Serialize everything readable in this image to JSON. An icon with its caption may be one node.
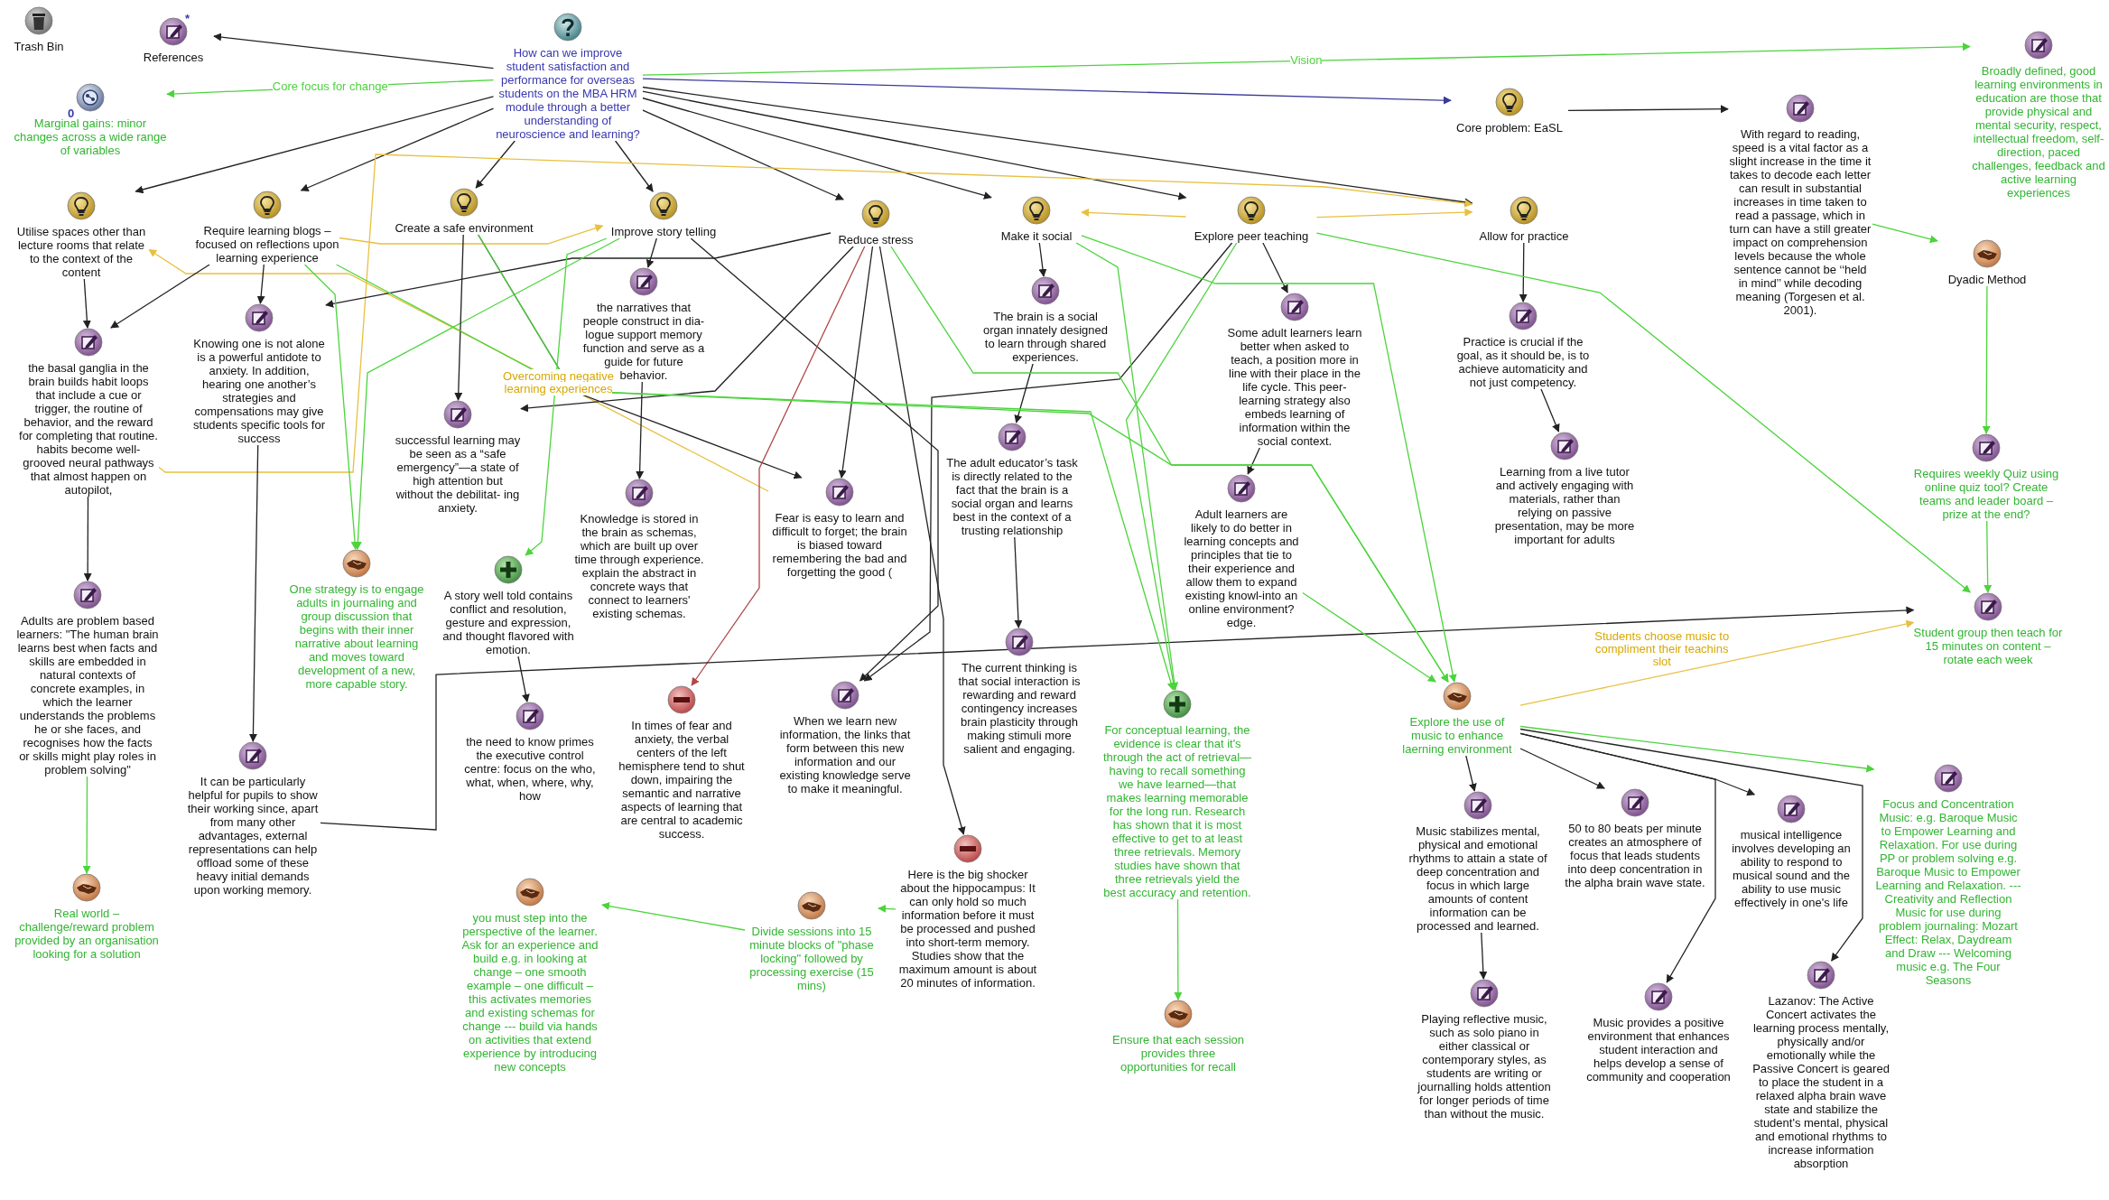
{
  "diagram": {
    "nodes": [
      {
        "text": [
          "Trash Bin"
        ]
      },
      {
        "text": [
          "References"
        ],
        "beside": [
          "*"
        ]
      },
      {
        "text": [
          "Marginal gains: minor changes across a wide range of variables"
        ],
        "beside": [
          "0"
        ]
      },
      {
        "text": [
          "How can we improve student satisfaction and performance for overseas students on the MBA HRM module through a better understanding of neuroscience and learning?"
        ]
      },
      {
        "text": [
          "Utilise spaces other than lecture rooms that relate to the context of the content"
        ]
      },
      {
        "text": [
          "Require learning blogs – focused on reflections upon learning experience"
        ]
      },
      {
        "text": [
          "Create a safe environment"
        ]
      },
      {
        "text": [
          "Improve story telling"
        ]
      },
      {
        "text": [
          "Reduce stress"
        ]
      },
      {
        "text": [
          "Make it social"
        ]
      },
      {
        "text": [
          "Explore peer teaching"
        ]
      },
      {
        "text": [
          "Allow for practice"
        ]
      },
      {
        "text": [
          "Core problem: EaSL"
        ]
      },
      {
        "text": [
          "With regard to reading, speed is a vital factor as a slight increase in the time it takes to decode each letter can result in substantial increases in time taken to read a passage, which in turn can have a still greater impact on comprehension levels because the whole sentence cannot be ‘‘held in mind’’ while decoding meaning (Torgesen et al. 2001)."
        ]
      },
      {
        "text": [
          "Broadly defined, good learning environments in education are those that provide physical and mental security, respect, intellectual freedom, self-direction, paced challenges, feedback and active learning experiences"
        ]
      },
      {
        "text": [
          "Dyadic Method"
        ]
      },
      {
        "text": [
          "Requires weekly Quiz using online quiz tool? Create teams and leader board – prize at the end?"
        ]
      },
      {
        "text": [
          "Student group then teach for 15 minutes on content – rotate each week"
        ]
      },
      {
        "text": [
          "the basal ganglia in the brain builds habit loops that include a cue or trigger, the routine of behavior, and the reward for completing that routine. habits become well-grooved neural pathways that almost happen on autopilot,"
        ]
      },
      {
        "text": [
          "Knowing one is not alone is a powerful antidote to anxiety. In addition, hearing one another’s strategies and compensations may give students specific tools for success"
        ]
      },
      {
        "text": [
          "the narratives that people construct in dia- logue support memory function and serve as a guide for future behavior."
        ]
      },
      {
        "text": [
          "successful learning may be seen as a “safe emergency”—a state of high attention but without the debilitat- ing anxiety."
        ]
      },
      {
        "text": [
          "Fear is easy to learn and difficult to forget; the brain is biased toward remembering the bad and forgetting the good ("
        ]
      },
      {
        "text": [
          "The brain is a social organ innately designed to learn through shared experiences."
        ]
      },
      {
        "text": [
          "The adult educator’s task is directly related to the fact that the brain is a social organ and learns best in the context of a trusting relationship"
        ]
      },
      {
        "text": [
          "Some adult learners learn better when asked to teach, a position more in line with their place in the life cycle. This peer-learning strategy also embeds learning of information within the social context."
        ]
      },
      {
        "text": [
          "Adult learners are likely to do better in learning concepts and principles that tie to their experience and allow them to expand existing knowl-into an online environment? edge."
        ]
      },
      {
        "text": [
          "Practice is crucial if the goal, as it should be, is to achieve automaticity and not just competency."
        ]
      },
      {
        "text": [
          "Learning from a live tutor and actively engaging with materials, rather than relying on passive presentation, may be more important for adults"
        ]
      },
      {
        "text": [
          "One strategy is to engage adults in journaling and group discussion that begins with their inner narrative about learning and moves toward development of a new, more capable story."
        ]
      },
      {
        "text": [
          "A story well told contains conflict and resolution, gesture and expression, and thought flavored with emotion."
        ]
      },
      {
        "text": [
          "Knowledge is stored in the brain as schemas, which are built up over time through experience. explain the abstract in concrete ways that connect to learners' existing schemas."
        ]
      },
      {
        "text": [
          "Adults are problem based learners: \"The human brain learns best when facts and skills are embedded in natural contexts of concrete examples, in which the learner understands the problems he or she faces, and recognises how the facts or skills might play roles in problem solving\""
        ]
      },
      {
        "text": [
          "It can be particularly helpful for pupils to show their working since, apart from many other advantages, external representations can help offload some of these heavy initial demands upon working memory."
        ]
      },
      {
        "text": [
          "the need to know primes the executive control centre: focus on the who, what, when, where, why, how"
        ]
      },
      {
        "text": [
          "In times of fear and anxiety, the verbal centers of the left hemisphere tend to shut down, impairing the semantic and narrative aspects of learning that are central to academic success."
        ]
      },
      {
        "text": [
          "When we learn new information, the links that form between this new information and our existing knowledge serve to make it meaningful."
        ]
      },
      {
        "text": [
          "The current thinking is that social interaction is rewarding and reward contingency increases brain plasticity through making stimuli more salient and engaging."
        ]
      },
      {
        "text": [
          "For conceptual learning, the evidence is clear that it's through the act of retrieval—having to recall something we have learned—that makes learning memorable for the long run. Research has shown that it is most effective to get to at least three retrievals. Memory studies have shown that three retrievals yield the best accuracy and retention."
        ]
      },
      {
        "text": [
          "Real world – challenge/reward problem provided by an organisation looking for a solution"
        ]
      },
      {
        "text": [
          "you must step into the perspective of the learner. Ask for an experience and build e.g. in looking at change – one smooth example – one difficult – this activates memories and existing schemas for change --- build via hands on activities that extend experience by introducing new concepts"
        ]
      },
      {
        "text": [
          "Divide sessions into 15 minute blocks of \"phase locking\" followed by processing exercise (15 mins)"
        ]
      },
      {
        "text": [
          "Here is the big shocker about the hippocampus: It can only hold so much information before it must be processed and pushed into short-term memory. Studies show that the maximum amount is about 20 minutes of information."
        ]
      },
      {
        "text": [
          "Ensure that each session provides three opportunities for recall"
        ]
      },
      {
        "text": [
          "Explore the use of music to enhance laerning environment"
        ]
      },
      {
        "text": [
          "Music stabilizes mental, physical and emotional rhythms to attain a state of deep concentration and focus in which large amounts of content information can be processed and learned."
        ]
      },
      {
        "text": [
          "50 to 80 beats per minute creates an atmosphere of focus that leads students into deep concentration in the alpha brain wave state."
        ]
      },
      {
        "text": [
          "musical intelligence involves developing an ability to respond to musical sound and the ability to use music effectively in one's life"
        ]
      },
      {
        "text": [
          "Focus and Concentration Music: e.g. Baroque Music to Empower Learning and Relaxation. For use during PP or problem solving e.g. Baroque Music to Empower Learning and Relaxation. --- Creativity and Reflection Music for use during problem journaling: Mozart Effect: Relax, Daydream and Draw --- Welcoming music e.g. The Four Seasons"
        ]
      },
      {
        "text": [
          "Playing reflective music, such as solo piano in either classical or contemporary styles, as students are writing or journalling holds attention for longer periods of time than without the music."
        ]
      },
      {
        "text": [
          "Music provides a positive environment that enhances student interaction and helps develop a sense of community and cooperation"
        ]
      },
      {
        "text": [
          "Lazanov: The Active Concert activates the learning process mentally, physically and/or emotionally while the Passive Concert is geared to place the student in a relaxed alpha brain wave state and stabilize the student's mental, physical and emotional rhythms to increase information absorption"
        ]
      }
    ],
    "edges": [
      {
        "from": 3,
        "to": 1,
        "arrow": "to"
      },
      {
        "from": 3,
        "to": 2,
        "arrow": "to",
        "color": "#4cd43c",
        "label": "Core focus for change"
      },
      {
        "from": 3,
        "to": 14,
        "arrow": "to",
        "color": "#4cd43c",
        "label": "Vision"
      },
      {
        "from": 3,
        "to": 12,
        "arrow": "to",
        "color": "#3a3a9a"
      },
      {
        "from": 3,
        "to": 4,
        "arrow": "to"
      },
      {
        "from": 3,
        "to": 5,
        "arrow": "to"
      },
      {
        "from": 3,
        "to": 6,
        "arrow": "to"
      },
      {
        "from": 3,
        "to": 7,
        "arrow": "to"
      },
      {
        "from": 3,
        "to": 8,
        "arrow": "to"
      },
      {
        "from": 3,
        "to": 9,
        "arrow": "to"
      },
      {
        "from": 3,
        "to": 10,
        "arrow": "to"
      },
      {
        "from": 3,
        "to": 11,
        "arrow": "to"
      },
      {
        "from": 12,
        "to": 13,
        "arrow": "to"
      },
      {
        "from": 13,
        "to": 15,
        "arrow": "to",
        "color": "#4cd43c"
      },
      {
        "from": 15,
        "to": 16,
        "arrow": "to",
        "color": "#4cd43c"
      },
      {
        "from": 16,
        "to": 17,
        "arrow": "to",
        "color": "#4cd43c"
      },
      {
        "from": 5,
        "to": 7,
        "arrow": "to",
        "color": "#e8c040"
      },
      {
        "from": 10,
        "to": 9,
        "arrow": "to",
        "color": "#e8c040"
      },
      {
        "from": 10,
        "to": 11,
        "arrow": "to",
        "color": "#e8c040"
      },
      {
        "from": 18,
        "to": 11,
        "arrow": "to",
        "color": "#e8c040"
      },
      {
        "from": 22,
        "to": 4,
        "arrow": "to",
        "color": "#e8c040",
        "label": "Overcoming negative learning experiences"
      },
      {
        "from": 44,
        "to": 17,
        "arrow": "to",
        "color": "#e8c040",
        "label": "Students choose music to compliment their teachins slot"
      },
      {
        "from": 4,
        "to": 18,
        "arrow": "to"
      },
      {
        "from": 5,
        "to": 18,
        "arrow": "to"
      },
      {
        "from": 18,
        "to": 32,
        "arrow": "to"
      },
      {
        "from": 32,
        "to": 39,
        "arrow": "to",
        "color": "#4cd43c"
      },
      {
        "from": 5,
        "to": 19,
        "arrow": "to"
      },
      {
        "from": 8,
        "to": 19,
        "arrow": "to"
      },
      {
        "from": 19,
        "to": 33,
        "arrow": "to"
      },
      {
        "from": 5,
        "to": 29,
        "arrow": "to",
        "color": "#4cd43c"
      },
      {
        "from": 7,
        "to": 29,
        "arrow": "to",
        "color": "#4cd43c"
      },
      {
        "from": 6,
        "to": 21,
        "arrow": "to"
      },
      {
        "from": 8,
        "to": 21,
        "arrow": "to"
      },
      {
        "from": 7,
        "to": 20,
        "arrow": "to"
      },
      {
        "from": 20,
        "to": 31,
        "arrow": "to"
      },
      {
        "from": 6,
        "to": 22,
        "arrow": "to"
      },
      {
        "from": 8,
        "to": 22,
        "arrow": "to"
      },
      {
        "from": 7,
        "to": 36,
        "arrow": "to"
      },
      {
        "from": 10,
        "to": 36,
        "arrow": "to"
      },
      {
        "from": 8,
        "to": 35,
        "arrow": "to",
        "color": "#b04848"
      },
      {
        "from": 8,
        "to": 42,
        "arrow": "to"
      },
      {
        "from": 42,
        "to": 41,
        "arrow": "to",
        "color": "#4cd43c"
      },
      {
        "from": 41,
        "to": 40,
        "arrow": "to",
        "color": "#4cd43c"
      },
      {
        "from": 30,
        "to": 34,
        "arrow": "to"
      },
      {
        "from": 7,
        "to": 30,
        "arrow": "to",
        "color": "#4cd43c"
      },
      {
        "from": 9,
        "to": 23,
        "arrow": "to"
      },
      {
        "from": 23,
        "to": 24,
        "arrow": "to"
      },
      {
        "from": 24,
        "to": 37,
        "arrow": "to"
      },
      {
        "from": 10,
        "to": 25,
        "arrow": "to"
      },
      {
        "from": 25,
        "to": 26,
        "arrow": "to"
      },
      {
        "from": 11,
        "to": 27,
        "arrow": "to"
      },
      {
        "from": 27,
        "to": 28,
        "arrow": "to"
      },
      {
        "from": 33,
        "to": 17,
        "arrow": "to"
      },
      {
        "from": 5,
        "to": 38,
        "arrow": "to",
        "color": "#4cd43c"
      },
      {
        "from": 9,
        "to": 38,
        "arrow": "to",
        "color": "#4cd43c"
      },
      {
        "from": 10,
        "to": 38,
        "arrow": "to",
        "color": "#4cd43c"
      },
      {
        "from": 38,
        "to": 43,
        "arrow": "to",
        "color": "#4cd43c"
      },
      {
        "from": 6,
        "to": 44,
        "arrow": "to",
        "color": "#4cd43c"
      },
      {
        "from": 8,
        "to": 44,
        "arrow": "to",
        "color": "#4cd43c"
      },
      {
        "from": 9,
        "to": 44,
        "arrow": "to",
        "color": "#4cd43c"
      },
      {
        "from": 26,
        "to": 44,
        "arrow": "to",
        "color": "#4cd43c"
      },
      {
        "from": 10,
        "to": 17,
        "arrow": "to",
        "color": "#4cd43c"
      },
      {
        "from": 44,
        "to": 45,
        "arrow": "to"
      },
      {
        "from": 44,
        "to": 46,
        "arrow": "to"
      },
      {
        "from": 44,
        "to": 47,
        "arrow": "to"
      },
      {
        "from": 44,
        "to": 48,
        "arrow": "to",
        "color": "#4cd43c"
      },
      {
        "from": 45,
        "to": 49,
        "arrow": "to"
      },
      {
        "from": 44,
        "to": 50,
        "arrow": "to"
      },
      {
        "from": 44,
        "to": 51,
        "arrow": "to"
      }
    ]
  }
}
